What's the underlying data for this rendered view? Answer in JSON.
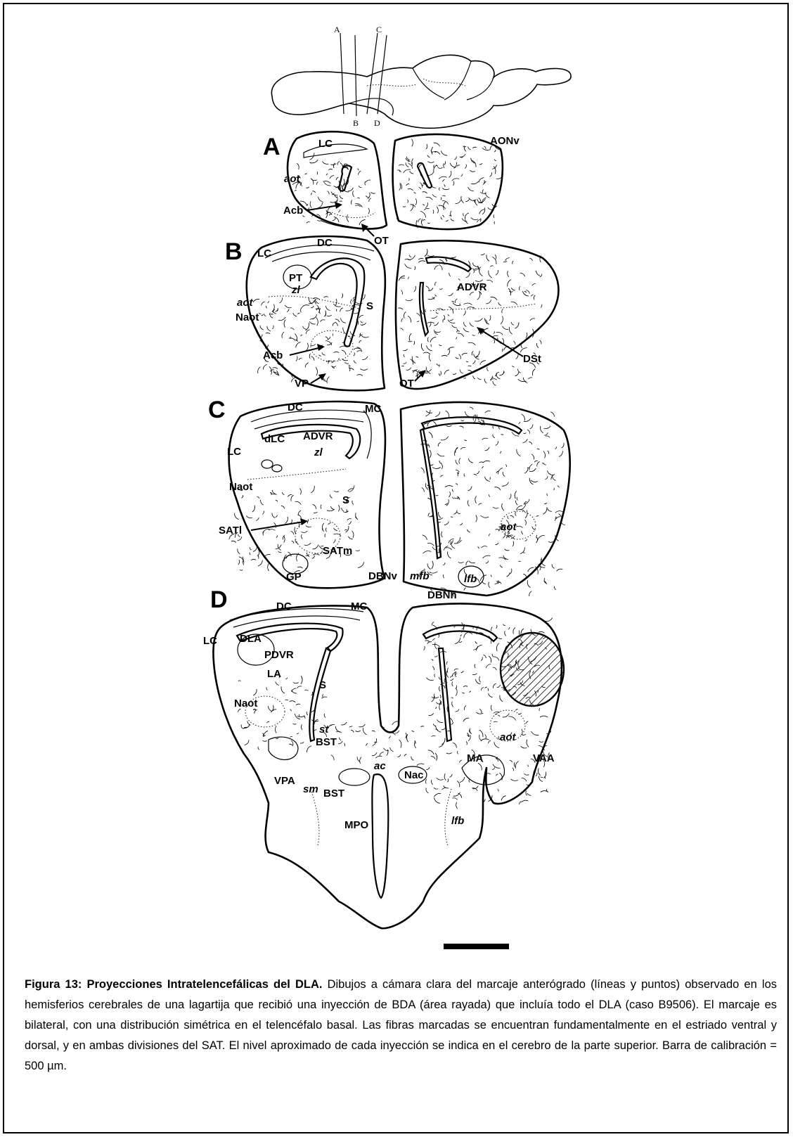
{
  "figure": {
    "brain_section_letters": [
      "A",
      "C",
      "B",
      "D"
    ],
    "panels": {
      "A": {
        "letter": "A",
        "labels": {
          "lc": "LC",
          "aonv": "AONv",
          "aot": "aot",
          "acb": "Acb",
          "ot": "OT"
        }
      },
      "B": {
        "letter": "B",
        "labels": {
          "lc": "LC",
          "dc": "DC",
          "pt": "PT",
          "zl": "zl",
          "aot": "aot",
          "naot": "Naot",
          "s": "S",
          "acb": "Acb",
          "vp": "VP",
          "advr": "ADVR",
          "dst": "DSt",
          "ot": "OT"
        }
      },
      "C": {
        "letter": "C",
        "labels": {
          "dc": "DC",
          "mc": "MC",
          "dlc": "dLC",
          "advr": "ADVR",
          "lc": "LC",
          "zl": "zl",
          "naot": "Naot",
          "s": "S",
          "satl": "SATl",
          "satm": "SATm",
          "gp": "GP",
          "dbnv": "DBNv",
          "mfb": "mfb",
          "aot": "aot",
          "lfb": "lfb",
          "dbnh": "DBNh"
        }
      },
      "D": {
        "letter": "D",
        "labels": {
          "dc": "DC",
          "mc": "MC",
          "lc": "LC",
          "dla": "DLA",
          "pdvr": "PDVR",
          "la": "LA",
          "s": "S",
          "naot": "Naot",
          "st": "st",
          "bst": "BST",
          "aot": "aot",
          "ma": "MA",
          "vaa": "VAA",
          "ac": "ac",
          "nac": "Nac",
          "vpa": "VPA",
          "sm": "sm",
          "bst2": "BST",
          "mpo": "MPO",
          "lfb": "lfb"
        }
      }
    }
  },
  "caption": {
    "title": "Figura 13: Proyecciones Intratelencefálicas del DLA.",
    "body": " Dibujos a cámara clara del marcaje anterógrado (líneas y puntos) observado en los hemisferios cerebrales de una lagartija que recibió una inyección de BDA (área rayada) que incluía todo el DLA (caso B9506). El marcaje es bilateral, con una distribución simétrica en el telencéfalo basal. Las fibras marcadas se encuentran fundamentalmente en el estriado ventral y dorsal, y en ambas divisiones del SAT. El nivel aproximado de cada inyección se indica en el cerebro de la parte superior. Barra de calibración = 500 µm."
  }
}
